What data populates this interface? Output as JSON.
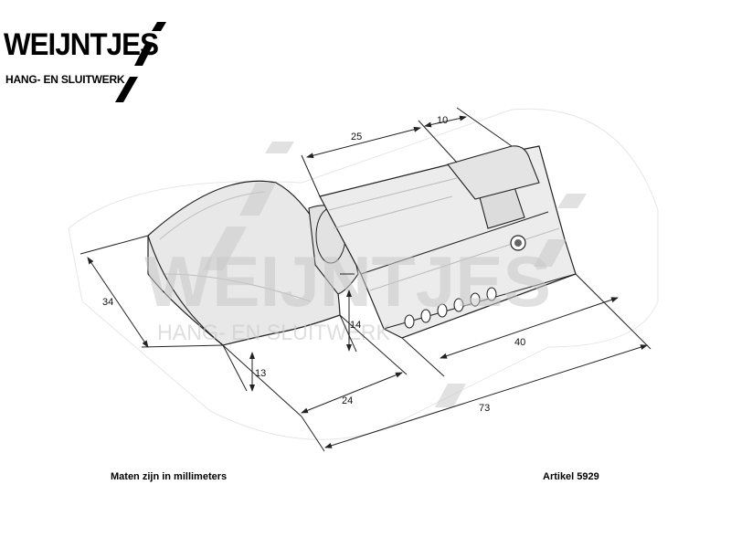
{
  "brand": {
    "name": "WEIJNTJES",
    "tagline": "HANG- EN SLUITWERK"
  },
  "watermark": {
    "name": "WEIJNTJES",
    "tagline": "HANG- EN SLUITWERK"
  },
  "dimensions": {
    "top_left": "25",
    "top_right": "10",
    "height": "34",
    "knob_neck": "14",
    "knob_base": "13",
    "knob_length": "24",
    "body_length": "40",
    "total_length": "73"
  },
  "notes": {
    "units": "Maten zijn in millimeters",
    "article": "Artikel 5929"
  },
  "colors": {
    "line": "#222222",
    "metal": "#e6e6e6",
    "watermark": "#c9c9c9"
  }
}
